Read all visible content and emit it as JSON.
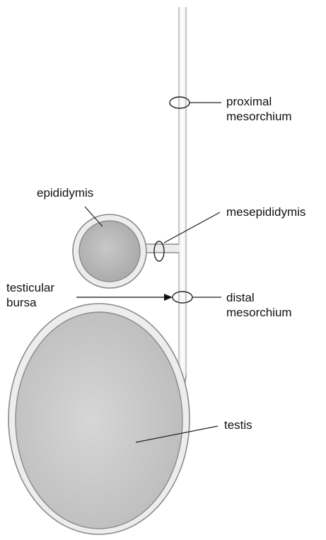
{
  "diagram": {
    "labels": {
      "proximal_mesorchium": "proximal\nmesorchium",
      "epididymis": "epididymis",
      "mesepididymis": "mesepididymis",
      "testicular_bursa": "testicular\nbursa",
      "distal_mesorchium": "distal\nmesorchium",
      "testis": "testis"
    },
    "colors": {
      "outline": "#8a8a8a",
      "fill_outer": "#e4e4e4",
      "fill_inner": "#bdbdbd",
      "leader": "#222222"
    }
  }
}
